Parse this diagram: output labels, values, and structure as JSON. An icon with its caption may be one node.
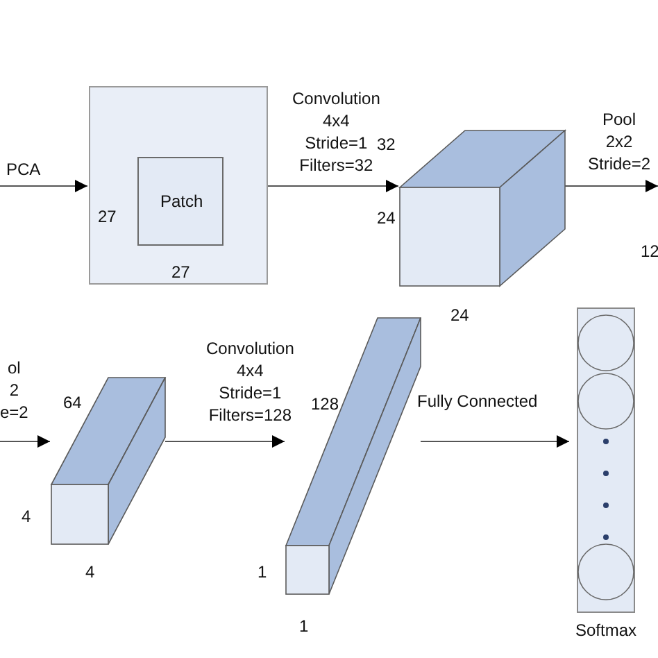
{
  "diagram": {
    "nodes": [
      {
        "text": [],
        "shape": "box",
        "beside": [
          "27",
          "27"
        ]
      },
      {
        "text": [
          "Patch"
        ],
        "in": 0
      },
      {
        "text": [],
        "shape": "box",
        "beside": [
          "32",
          "24",
          "24"
        ]
      },
      {
        "text": [],
        "shape": "box",
        "beside": [
          "64",
          "4",
          "4"
        ]
      },
      {
        "text": [],
        "shape": "box",
        "beside": [
          "128",
          "1",
          "1"
        ]
      },
      {
        "text": [
          "Softmax"
        ]
      }
    ],
    "edges": [
      {
        "from": null,
        "to": 0,
        "arrow": "to",
        "label": "PCA"
      },
      {
        "from": 1,
        "to": 2,
        "arrow": "to",
        "label": "Convolution 4x4 Stride=1 Filters=32"
      },
      {
        "from": 2,
        "to": null,
        "arrow": "to",
        "label": "Pool 2x2 Stride=2"
      },
      {
        "from": null,
        "to": 3,
        "arrow": "to",
        "label": "ol 2 e=2"
      },
      {
        "from": 3,
        "to": 4,
        "arrow": "to",
        "label": "Convolution 4x4 Stride=1 Filters=128"
      },
      {
        "from": 4,
        "to": 5,
        "arrow": "to",
        "label": "Fully Connected"
      }
    ],
    "labels": [
      "12"
    ]
  }
}
